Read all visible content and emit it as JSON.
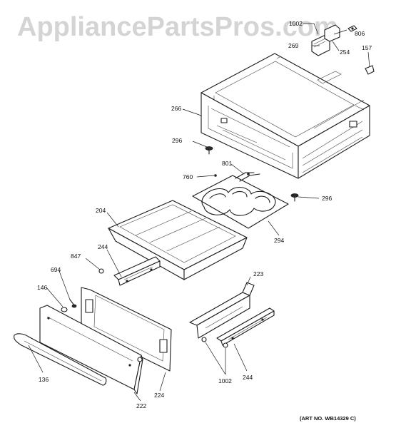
{
  "watermark": "AppliancePartsPros.com",
  "art_number": "(ART NO. WB14329 C)",
  "callouts": [
    {
      "id": "c1002_top",
      "text": "1002"
    },
    {
      "id": "c806",
      "text": "806"
    },
    {
      "id": "c269",
      "text": "269"
    },
    {
      "id": "c254",
      "text": "254"
    },
    {
      "id": "c157",
      "text": "157"
    },
    {
      "id": "c266",
      "text": "266"
    },
    {
      "id": "c296_left",
      "text": "296"
    },
    {
      "id": "c801",
      "text": "801"
    },
    {
      "id": "c760",
      "text": "760"
    },
    {
      "id": "c296_right",
      "text": "296"
    },
    {
      "id": "c204",
      "text": "204"
    },
    {
      "id": "c294",
      "text": "294"
    },
    {
      "id": "c244_top",
      "text": "244"
    },
    {
      "id": "c847",
      "text": "847"
    },
    {
      "id": "c223",
      "text": "223"
    },
    {
      "id": "c694",
      "text": "694"
    },
    {
      "id": "c146",
      "text": "146"
    },
    {
      "id": "c136",
      "text": "136"
    },
    {
      "id": "c224",
      "text": "224"
    },
    {
      "id": "c222",
      "text": "222"
    },
    {
      "id": "c1002_bottom",
      "text": "1002"
    },
    {
      "id": "c244_bottom",
      "text": "244"
    }
  ]
}
